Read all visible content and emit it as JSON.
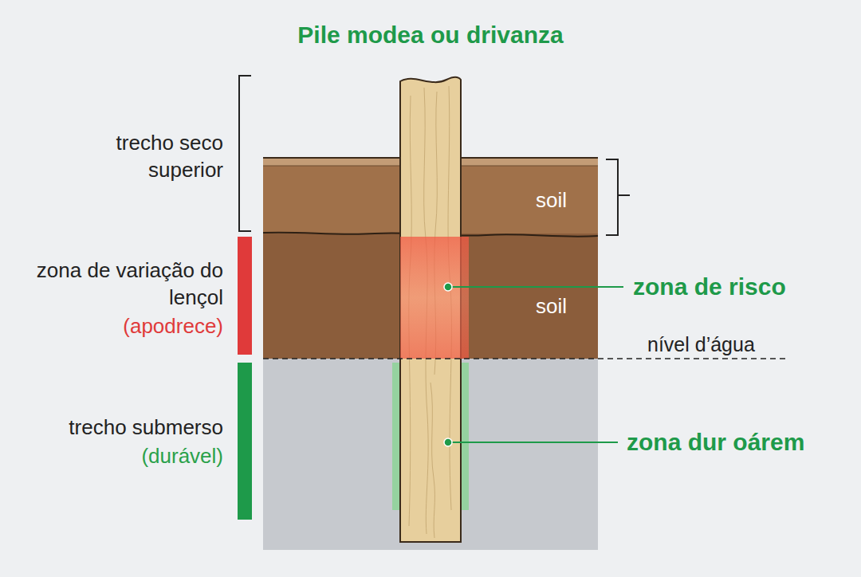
{
  "diagram": {
    "title": "Pile modea ou drivanza",
    "nodes": [
      {
        "text": [
          "soil"
        ]
      },
      {
        "text": [
          "soil"
        ]
      }
    ],
    "labels": [
      "trecho seco superior",
      "zona de variação do lençol",
      "(apodrece)",
      "trecho submerso",
      "(durável)",
      "nível d’água",
      "zona de risco",
      "zona dur oárem"
    ]
  }
}
